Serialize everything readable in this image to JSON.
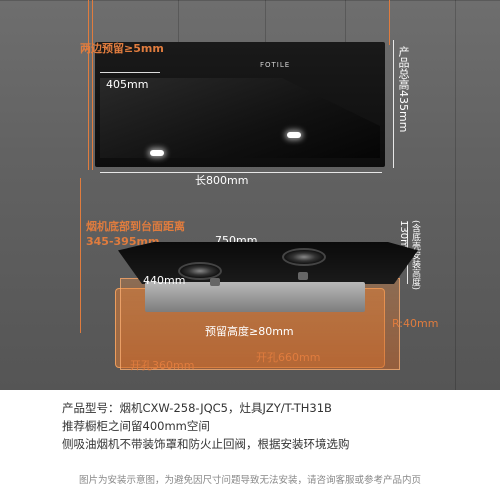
{
  "labels": {
    "side_gap": "两边预留≥5mm",
    "hood_depth": "405mm",
    "hood_height": "产品总高435mm",
    "hood_length": "长800mm",
    "hood_to_counter_title": "烟机底部到台面距离",
    "hood_to_counter_value": "345-395mm",
    "stove_length": "750mm",
    "stove_depth": "440mm",
    "stove_height": "130mm",
    "stove_height_note": "(含底壳安装高度)",
    "install_depth": "预留高度≥80mm",
    "cutout_depth": "开孔360mm",
    "cutout_length": "开孔660mm",
    "corner_radius": "R:40mm",
    "hood_badge": "FOTILE"
  },
  "specs": {
    "model": "产品型号：烟机CXW-258-JQC5，灶具JZY/T-TH31B",
    "cabinet": "推荐橱柜之间留400mm空间",
    "note": "侧吸油烟机不带装饰罩和防火止回阀，根据安装环境选购",
    "disclaimer": "图片为安装示意图，为避免因尺寸问题导致无法安装，请咨询客服或参考产品内页"
  },
  "colors": {
    "accent": "#e07c3e",
    "wall": "#626262",
    "appliance": "#0d0d0d"
  }
}
